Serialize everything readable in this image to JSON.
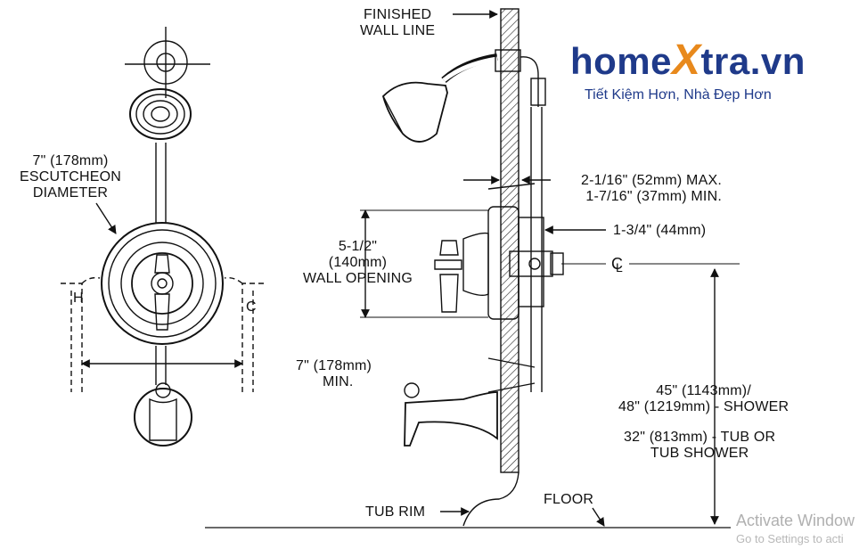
{
  "labels": {
    "finished_wall_line": [
      "FINISHED",
      "WALL LINE"
    ],
    "escutcheon": [
      "7\" (178mm)",
      "ESCUTCHEON",
      "DIAMETER"
    ],
    "max_min": [
      "2-1/16\" (52mm) MAX.",
      "1-7/16\" (37mm) MIN."
    ],
    "depth": "1-3/4\" (44mm)",
    "wall_opening": [
      "5-1/2\"",
      "(140mm)",
      "WALL OPENING"
    ],
    "centerline": "C",
    "min_width": [
      "7\"  (178mm)",
      "MIN."
    ],
    "shower_height": [
      "45\" (1143mm)/",
      "48\" (1219mm) - SHOWER"
    ],
    "tub_height": [
      "32\" (813mm) - TUB OR",
      "TUB SHOWER"
    ],
    "tub_rim": "TUB RIM",
    "floor": "FLOOR",
    "hot": "H",
    "cold": "C"
  },
  "logo": {
    "part1": "home",
    "part2": "X",
    "part3": "tra.vn",
    "slogan": "Tiết Kiệm Hơn, Nhà Đẹp Hơn",
    "brand_color": "#1f3a8a",
    "accent_color": "#e8891c"
  },
  "watermark": {
    "line1": "Activate Window",
    "line2": "Go to Settings to acti"
  }
}
